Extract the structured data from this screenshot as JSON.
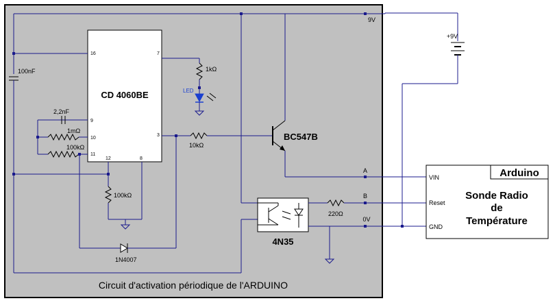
{
  "board_caption": "Circuit d'activation périodique de l'ARDUINO",
  "ic": {
    "name": "CD 4060BE",
    "pins": {
      "p16": "16",
      "p7": "7",
      "p9": "9",
      "p10": "10",
      "p11": "11",
      "p3": "3",
      "p12": "12",
      "p8": "8"
    }
  },
  "components": {
    "cap_supply": "100nF",
    "cap_osc": "2,2nF",
    "r_1m": "1mΩ",
    "r_100k_osc": "100kΩ",
    "r_led": "1kΩ",
    "led": "LED",
    "r_base": "10kΩ",
    "transistor": "BC547B",
    "r_reset": "100kΩ",
    "diode": "1N4007",
    "optocoupler": "4N35",
    "r_opto": "220Ω"
  },
  "rails": {
    "supply": "9V",
    "ground": "0V",
    "battery": "+9V"
  },
  "outputs": {
    "a": "A",
    "b": "B"
  },
  "arduino": {
    "header": "Arduino",
    "title_line1": "Sonde Radio",
    "title_line2": "de",
    "title_line3": "Température",
    "pin_vin": "VIN",
    "pin_reset": "Reset",
    "pin_gnd": "GND"
  },
  "colors": {
    "board": "#c0c0c0",
    "wire": "#1a1a8c",
    "led": "#1a3fd0"
  }
}
